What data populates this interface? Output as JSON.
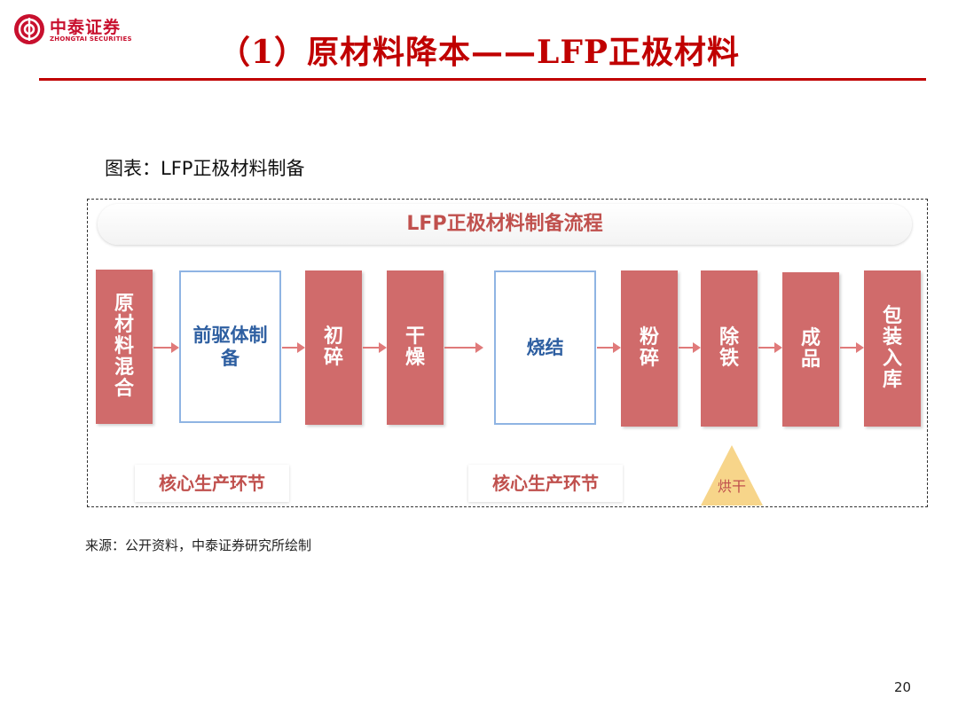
{
  "header": {
    "logo_cn": "中泰证券",
    "logo_en": "ZHONGTAI SECURITIES",
    "title": "（1）原材料降本——LFP正极材料"
  },
  "figure": {
    "caption": "图表：LFP正极材料制备",
    "banner": "LFP正极材料制备流程",
    "steps": [
      {
        "label": "原材料混合",
        "style": "red"
      },
      {
        "label": "前驱体制备",
        "style": "blue"
      },
      {
        "label": "初碎",
        "style": "red"
      },
      {
        "label": "干燥",
        "style": "red"
      },
      {
        "label": "烧结",
        "style": "blue"
      },
      {
        "label": "粉碎",
        "style": "red"
      },
      {
        "label": "除铁",
        "style": "red"
      },
      {
        "label": "成品",
        "style": "red"
      },
      {
        "label": "包装入库",
        "style": "red"
      }
    ],
    "core_labels": [
      "核心生产环节",
      "核心生产环节"
    ],
    "side_step": "烘干"
  },
  "footer": {
    "source": "来源：公开资料，中泰证券研究所绘制",
    "page_number": "20"
  },
  "colors": {
    "brand_red": "#c00000",
    "step_red": "#d06b6b",
    "step_blue_border": "#8fb4e3",
    "triangle_yellow": "#f7d58a"
  }
}
